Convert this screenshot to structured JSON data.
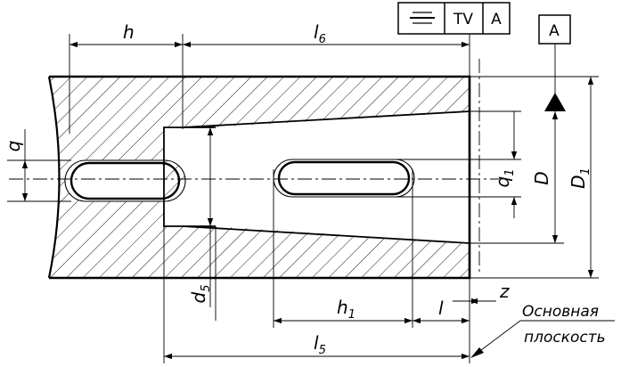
{
  "dimensions": {
    "h": {
      "main": "h"
    },
    "l6": {
      "main": "l",
      "sub": "6"
    },
    "h1": {
      "main": "h",
      "sub": "1"
    },
    "l5": {
      "main": "l",
      "sub": "5"
    },
    "l": {
      "main": "l"
    },
    "z": {
      "main": "z"
    },
    "q": {
      "main": "q"
    },
    "d5": {
      "main": "d",
      "sub": "5"
    },
    "q1": {
      "main": "q",
      "sub": "1"
    },
    "D": {
      "main": "D"
    },
    "D1": {
      "main": "D",
      "sub": "1"
    }
  },
  "tolerance_frame": {
    "symbol": "symmetry",
    "value": "TV",
    "datum": "A"
  },
  "datum_box": {
    "label": "A"
  },
  "note": {
    "line1": "Основная",
    "line2": "плоскость"
  }
}
